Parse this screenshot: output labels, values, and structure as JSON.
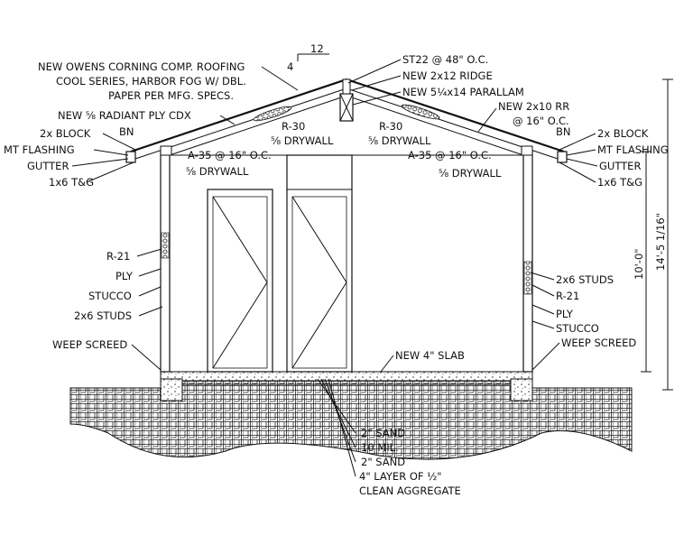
{
  "roof": {
    "pitch_rise": "4",
    "pitch_run": "12",
    "roofing_line1": "NEW OWENS CORNING COMP. ROOFING",
    "roofing_line2": "COOL SERIES, HARBOR FOG W/ DBL.",
    "roofing_line3": "PAPER PER MFG. SPECS.",
    "tie": "ST22 @ 48\" O.C.",
    "ridge": "NEW 2x12 RIDGE",
    "parallam": "NEW 5¼x14 PARALLAM",
    "rafters_line1": "NEW 2x10 RR",
    "rafters_line2": "@ 16\" O.C.",
    "radiant_ply": "NEW ⅝ RADIANT PLY CDX",
    "r30_left": "R-30",
    "r30_right": "R-30",
    "drywall_ceiling_left": "⅝ DRYWALL",
    "drywall_ceiling_right": "⅝ DRYWALL"
  },
  "left_eave": {
    "block": "2x BLOCK",
    "bn": "BN",
    "flashing": "MT FLASHING",
    "gutter": "GUTTER",
    "tg": "1x6 T&G",
    "a35": "A-35 @ 16\" O.C.",
    "wall_drywall": "⅝ DRYWALL"
  },
  "right_eave": {
    "bn": "BN",
    "block": "2x BLOCK",
    "flashing": "MT FLASHING",
    "gutter": "GUTTER",
    "tg": "1x6 T&G",
    "a35": "A-35 @ 16\" O.C.",
    "wall_drywall": "⅝ DRYWALL"
  },
  "left_wall": {
    "r21": "R-21",
    "ply": "PLY",
    "stucco": "STUCCO",
    "studs": "2x6 STUDS",
    "weep": "WEEP SCREED"
  },
  "right_wall": {
    "studs": "2x6 STUDS",
    "r21": "R-21",
    "ply": "PLY",
    "stucco": "STUCCO",
    "weep": "WEEP SCREED"
  },
  "slab": {
    "slab": "NEW 4\" SLAB",
    "sand1": "2\" SAND",
    "mil": "10 MIL.",
    "sand2": "2\" SAND",
    "aggregate_line1": "4\" LAYER OF ½\"",
    "aggregate_line2": "CLEAN AGGREGATE"
  },
  "dimensions": {
    "wall_height": "10'-0\"",
    "total_height": "14'-5 1/16\""
  }
}
